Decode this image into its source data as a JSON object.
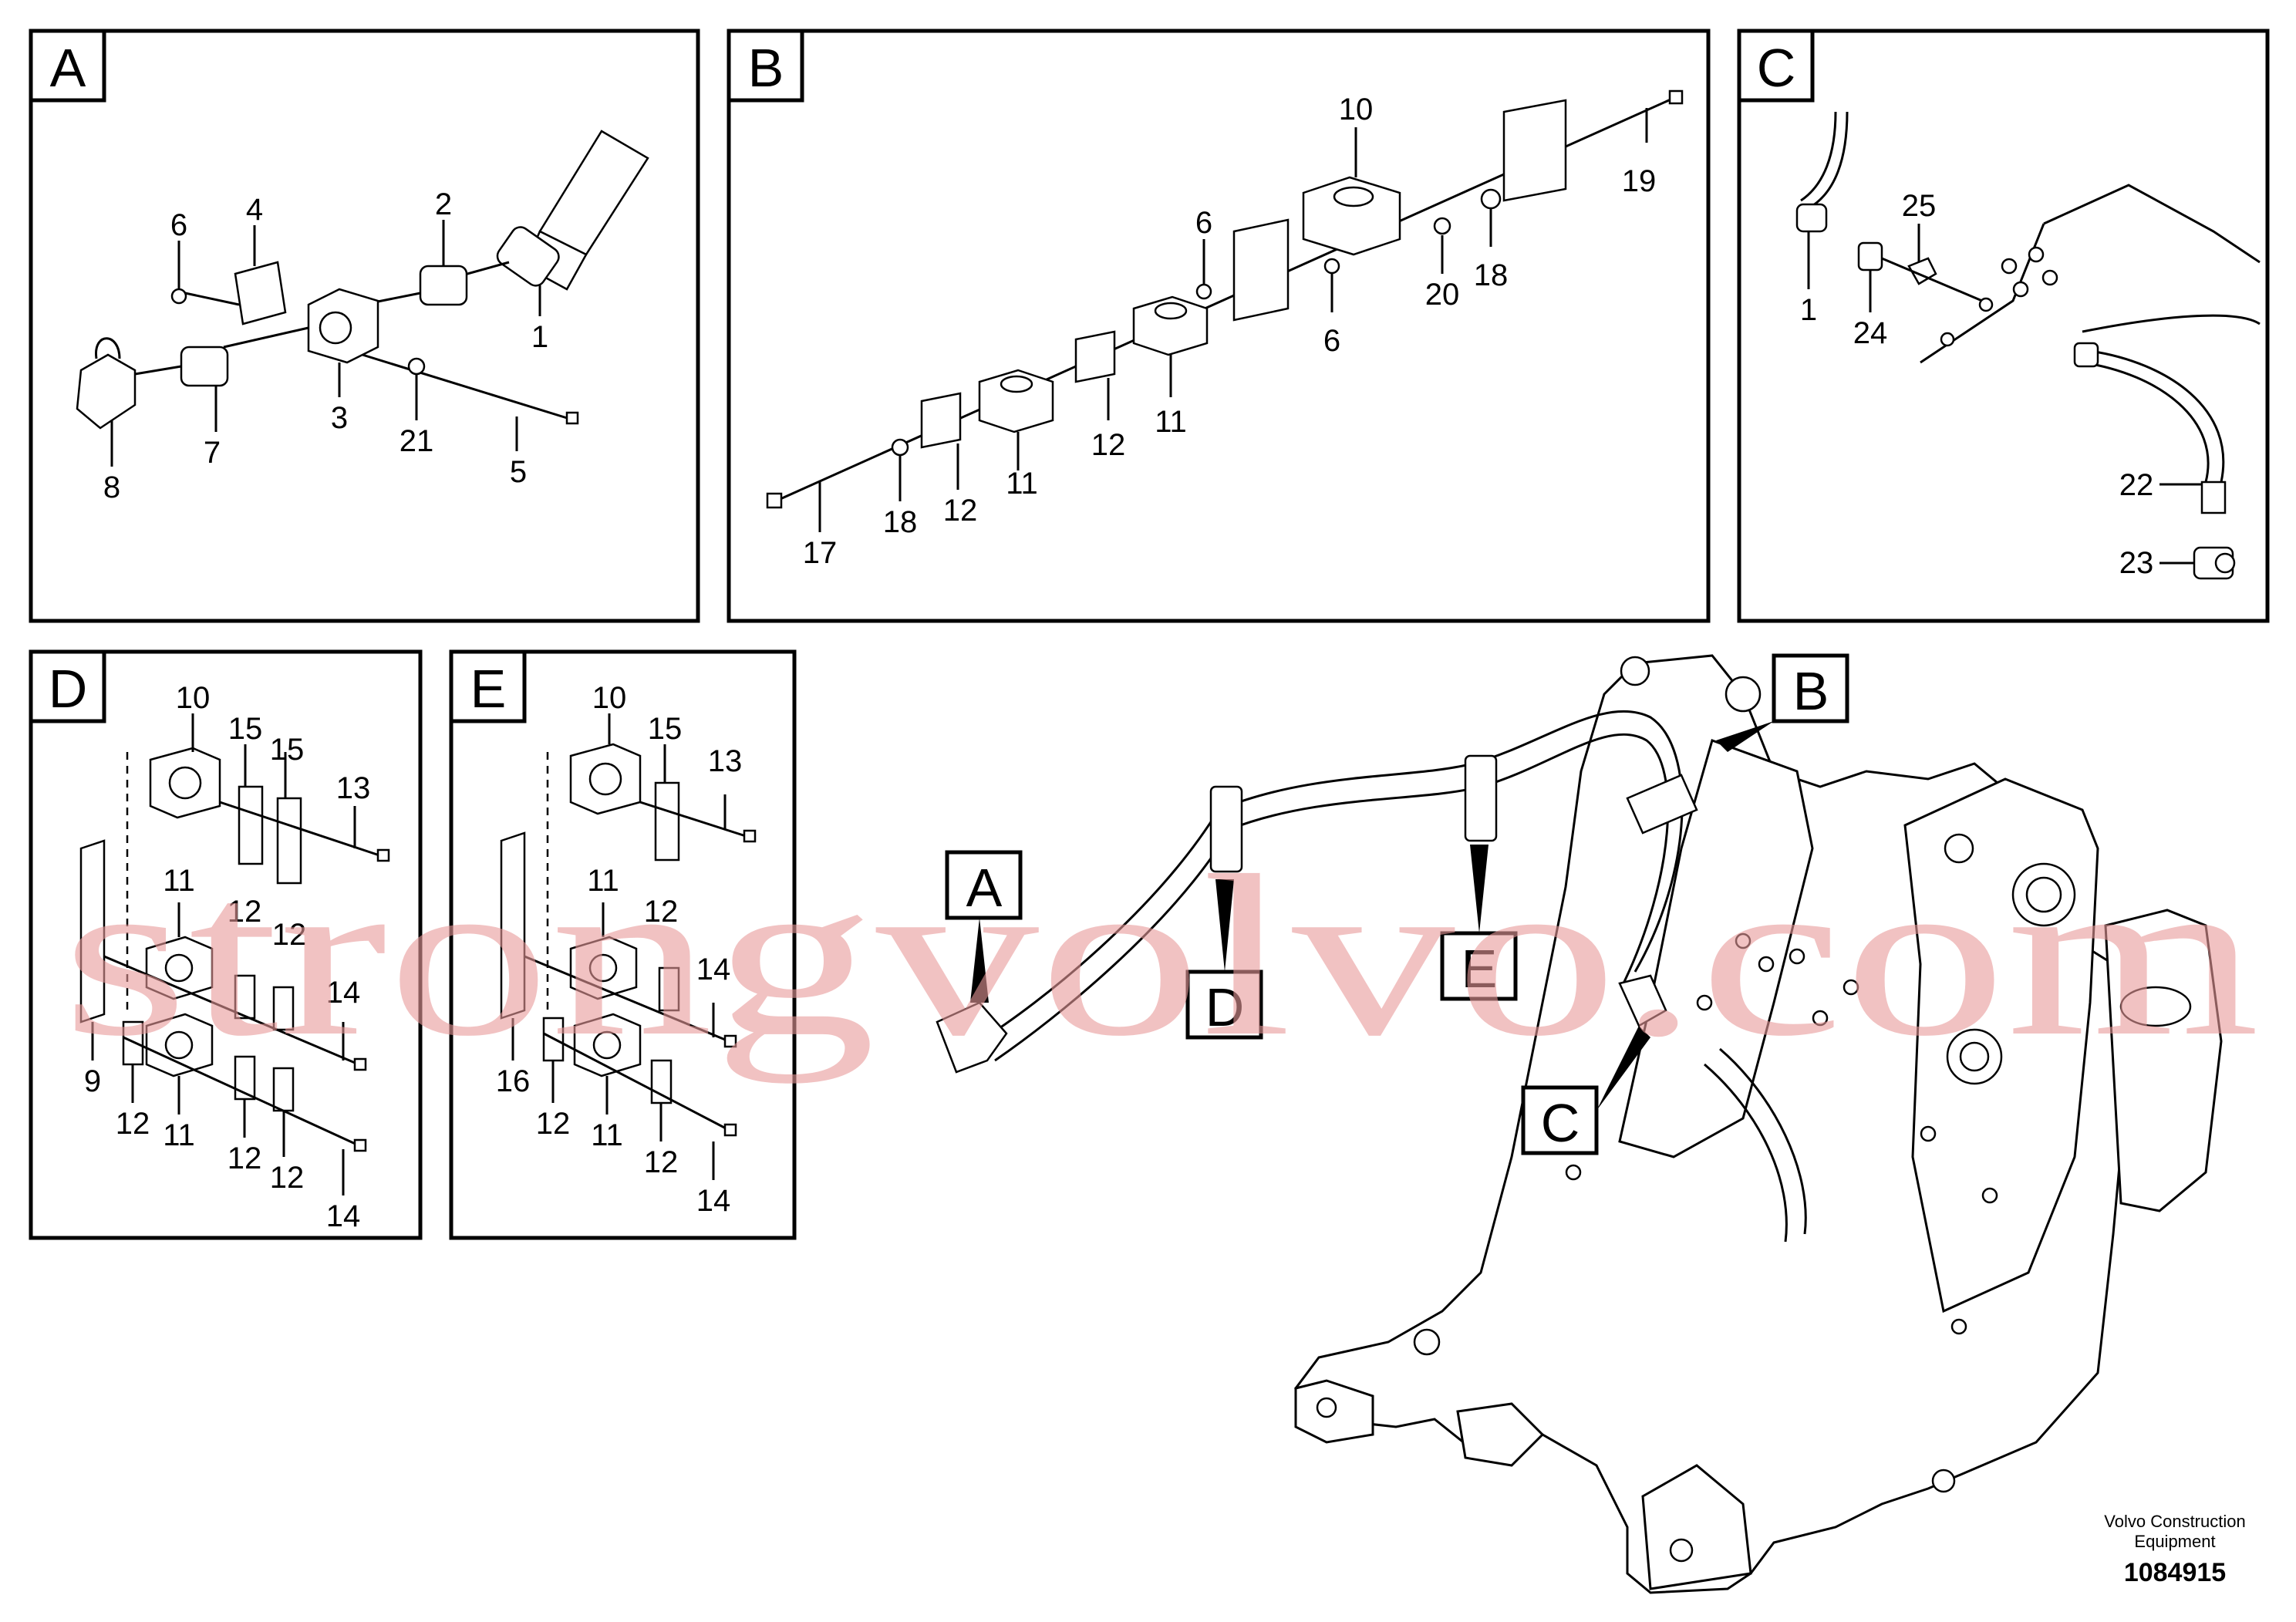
{
  "diagram": {
    "panels": {
      "A": {
        "letter": "A",
        "labels": [
          "6",
          "4",
          "2",
          "1",
          "7",
          "3",
          "21",
          "5",
          "8"
        ]
      },
      "B": {
        "letter": "B",
        "labels": [
          "10",
          "19",
          "6",
          "20",
          "18",
          "6",
          "11",
          "12",
          "11",
          "12",
          "18",
          "17"
        ]
      },
      "C": {
        "letter": "C",
        "labels": [
          "25",
          "1",
          "24",
          "22",
          "23"
        ]
      },
      "D": {
        "letter": "D",
        "labels": [
          "10",
          "15",
          "15",
          "13",
          "11",
          "12",
          "12",
          "14",
          "9",
          "12",
          "11",
          "12",
          "12",
          "14"
        ]
      },
      "E": {
        "letter": "E",
        "labels": [
          "10",
          "15",
          "13",
          "11",
          "12",
          "14",
          "16",
          "12",
          "11",
          "12",
          "14"
        ]
      }
    },
    "main_tags": [
      "A",
      "B",
      "C",
      "D",
      "E"
    ],
    "watermark": "strongvolvo.com",
    "footer": {
      "brand_line1": "Volvo Construction",
      "brand_line2": "Equipment",
      "drawing_number": "1084915"
    }
  }
}
